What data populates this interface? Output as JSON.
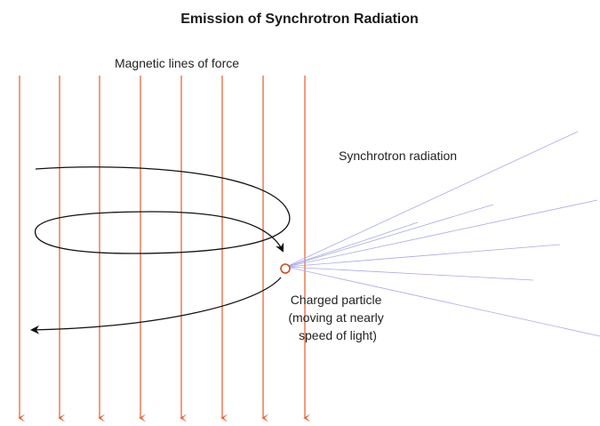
{
  "title": "Emission of Synchrotron Radiation",
  "labels": {
    "field_lines": "Magnetic lines of force",
    "radiation": "Synchrotron radiation",
    "particle_line1": "Charged particle",
    "particle_line2": "(moving at nearly",
    "particle_line3": "speed of light)"
  },
  "colors": {
    "field_lines": "#e8663a",
    "radiation": "#a9a9e6",
    "orbit": "#111111",
    "particle": "#c8501e"
  },
  "field_line_count": 8,
  "radiation_ray_count": 7
}
